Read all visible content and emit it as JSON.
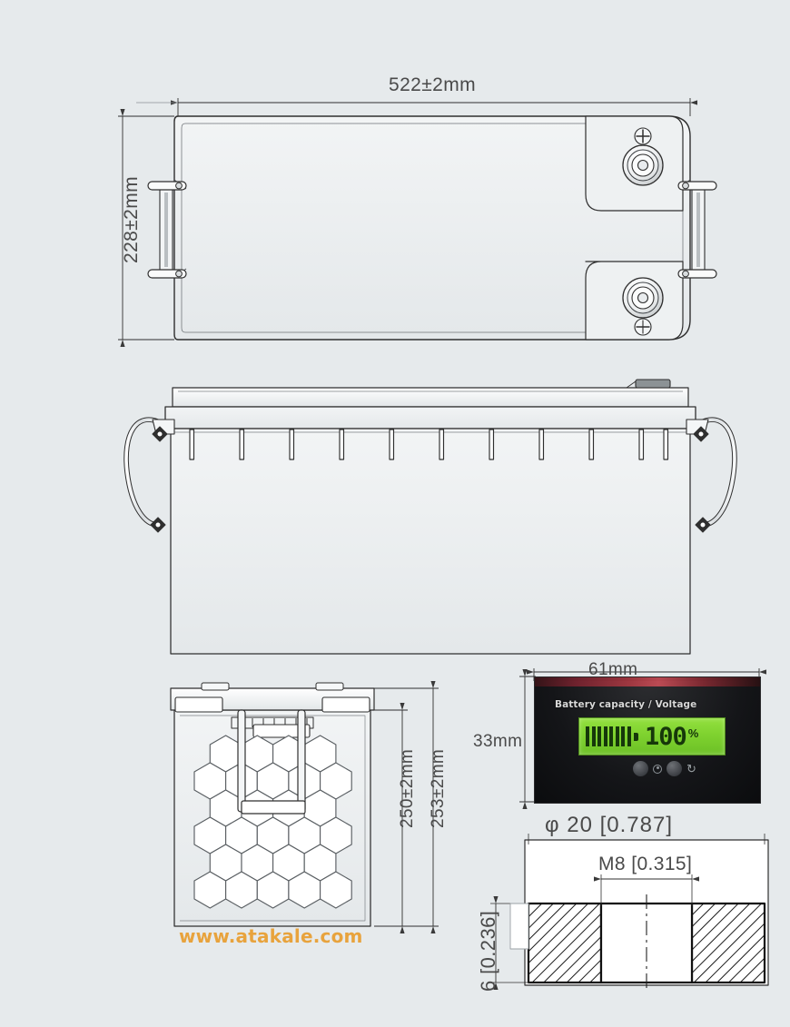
{
  "document": {
    "kind": "technical-drawing",
    "subject": "Deep cycle battery dimensional drawing",
    "background_color": "#e6eaec",
    "line_color": "#2f2f2f"
  },
  "dimensions": {
    "top_view_length": "522±2mm",
    "top_view_width": "228±2mm",
    "front_view_height_inner": "250±2mm",
    "front_view_height_outer": "253±2mm"
  },
  "monitor": {
    "width_label": "61mm",
    "height_label": "33mm",
    "panel_text": "Battery capacity / Voltage",
    "lcd_value": "100",
    "lcd_unit": "%",
    "lcd_bar_count": 8,
    "lcd_color": "#7fd22f",
    "button_left_icon": "dot-icon",
    "button_right_icon": "rotate-icon",
    "rotate_glyph": "↻"
  },
  "terminal": {
    "diameter_label": "φ 20 [0.787]",
    "thread_label": "M8 [0.315]",
    "thickness_label": "6 [0.236]"
  },
  "watermark": {
    "text": "www.atakale.com",
    "color": "#e8a33d"
  },
  "views": {
    "top": "top-view",
    "side": "side-view",
    "front": "front-view-honeycomb",
    "section": "terminal-cross-section"
  }
}
